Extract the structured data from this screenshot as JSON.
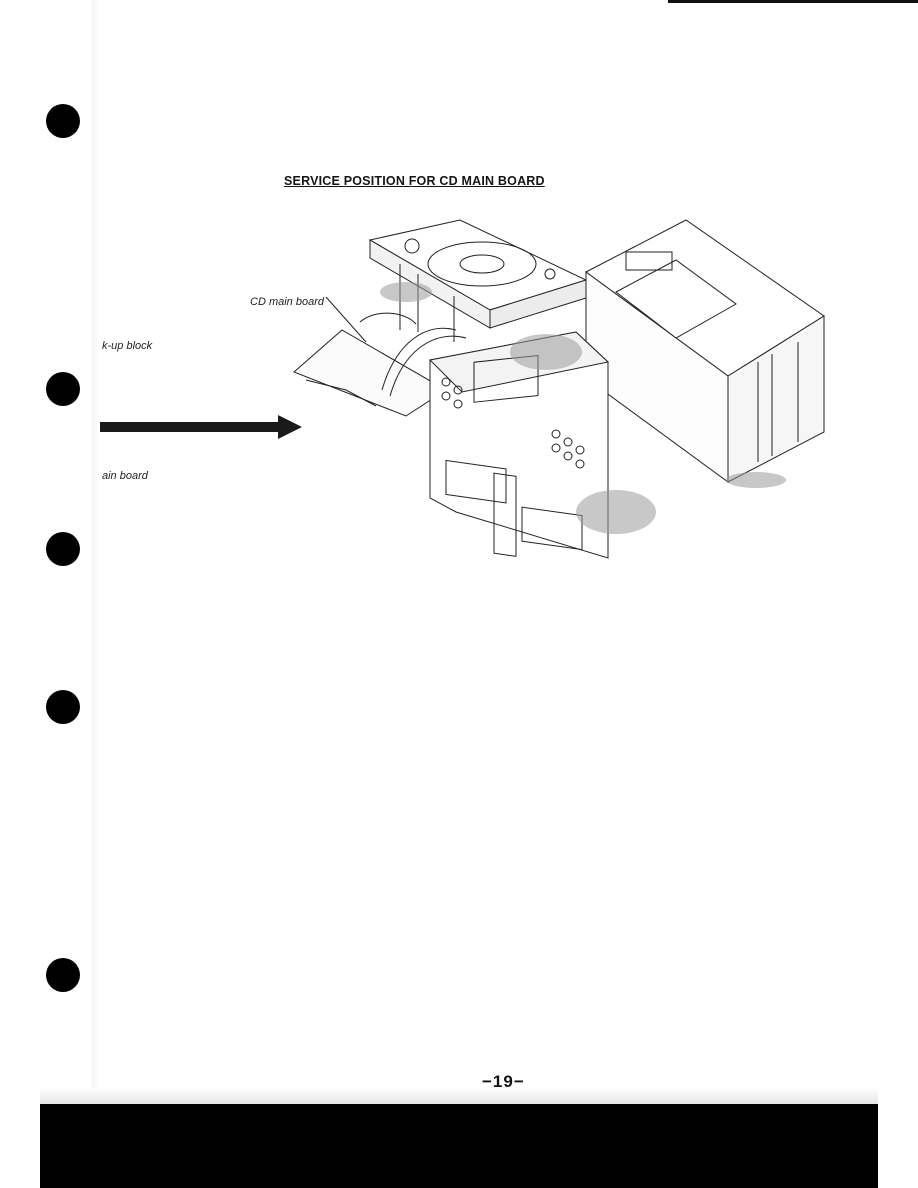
{
  "page": {
    "title": "SERVICE POSITION FOR CD MAIN BOARD",
    "page_number": "−19−"
  },
  "callouts": {
    "cd_main_board": "CD main board",
    "pickup_block_fragment": "k-up block",
    "main_board_fragment": "ain board"
  },
  "colors": {
    "paper": "#ffffff",
    "ink": "#111111",
    "scan_border": "#000000"
  },
  "icons": {
    "arrow": "right-arrow-icon",
    "binder_hole": "punch-hole-icon"
  }
}
